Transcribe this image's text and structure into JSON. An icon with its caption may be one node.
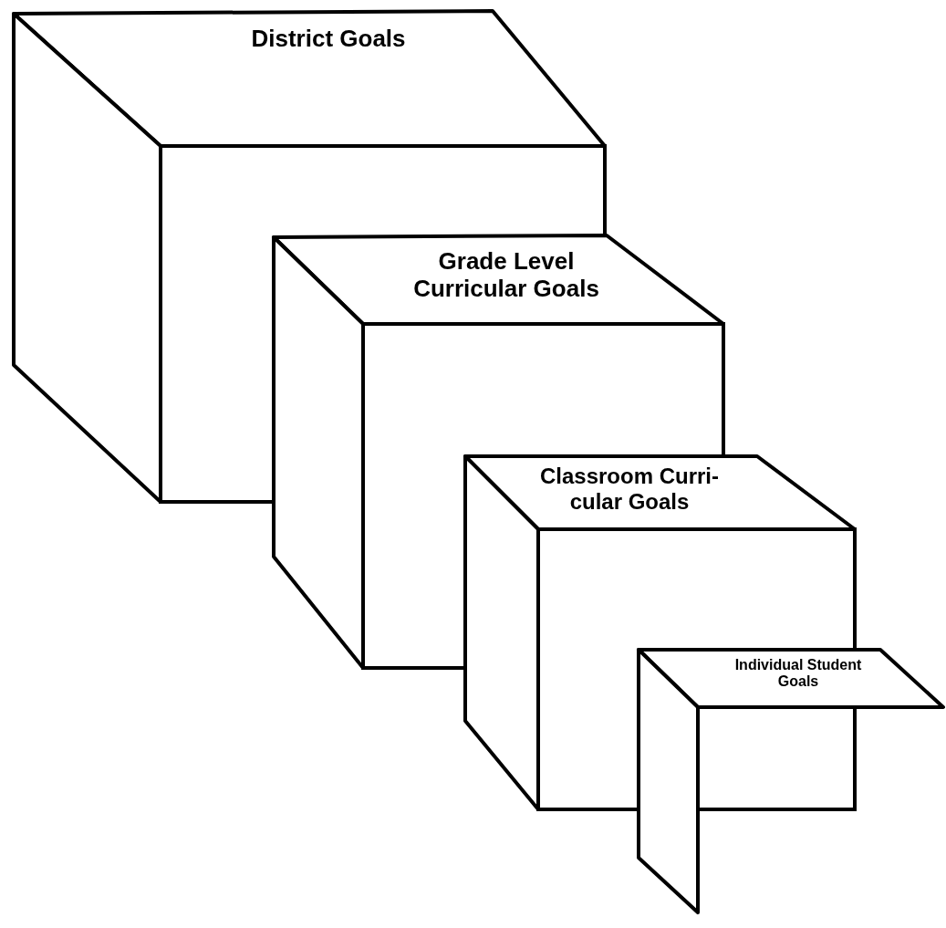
{
  "diagram": {
    "nodes": [
      {
        "text": [
          "District Goals"
        ]
      },
      {
        "text": [
          "Grade Level Curricular Goals"
        ]
      },
      {
        "text": [
          "Classroom Curri- cular Goals"
        ]
      },
      {
        "text": [
          "Individual Student Goals"
        ]
      }
    ]
  }
}
